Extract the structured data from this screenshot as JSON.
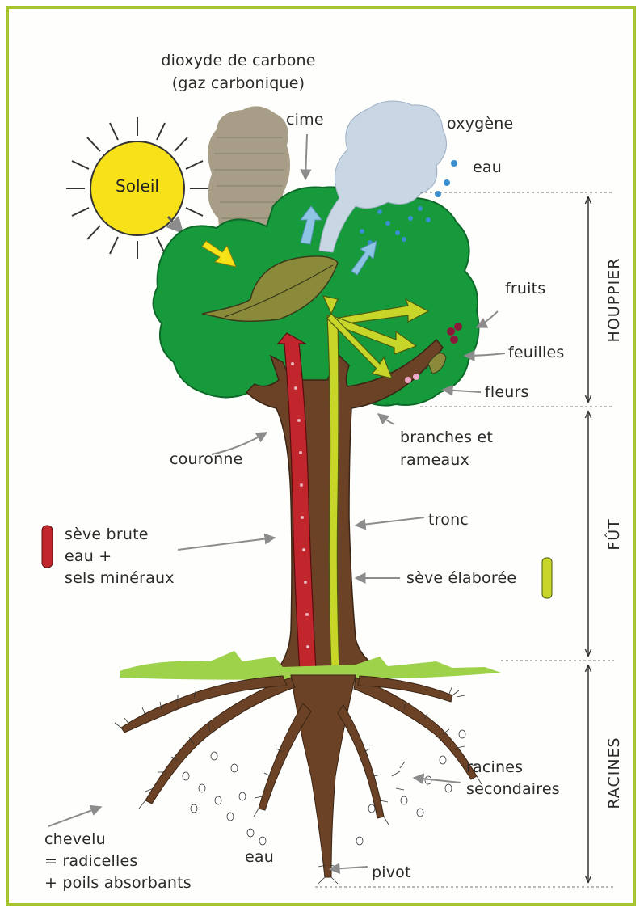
{
  "labels": {
    "co2_line1": "dioxyde de carbone",
    "co2_line2": "(gaz carbonique)",
    "cime": "cime",
    "oxygene": "oxygène",
    "eau_top": "eau",
    "soleil": "Soleil",
    "fruits": "fruits",
    "feuilles": "feuilles",
    "fleurs": "fleurs",
    "couronne": "couronne",
    "branches_line1": "branches et",
    "branches_line2": "rameaux",
    "tronc": "tronc",
    "seve_brute_line1": "sève brute",
    "seve_brute_line2": "eau +",
    "seve_brute_line3": "sels minéraux",
    "seve_elaboree": "sève élaborée",
    "racines_secondaires_line1": "racines",
    "racines_secondaires_line2": "secondaires",
    "chevelu_line1": "chevelu",
    "chevelu_line2": "= radicelles",
    "chevelu_line3": "+ poils absorbants",
    "eau_bottom": "eau",
    "pivot": "pivot"
  },
  "sections": {
    "houppier": "HOUPPIER",
    "fut": "FÛT",
    "racines": "RACINES"
  },
  "colors": {
    "frame": "#a6c430",
    "foliage": "#169a3c",
    "trunk": "#6b4226",
    "raw_sap": "#c0262c",
    "elaborated_sap": "#c8d62a",
    "sun": "#f7e21a",
    "co2_cloud": "#9e937a",
    "o2_cloud": "#c9d6e4",
    "water": "#3a8fd0",
    "grass": "#9ed24a",
    "leaf": "#8a8a3a"
  }
}
